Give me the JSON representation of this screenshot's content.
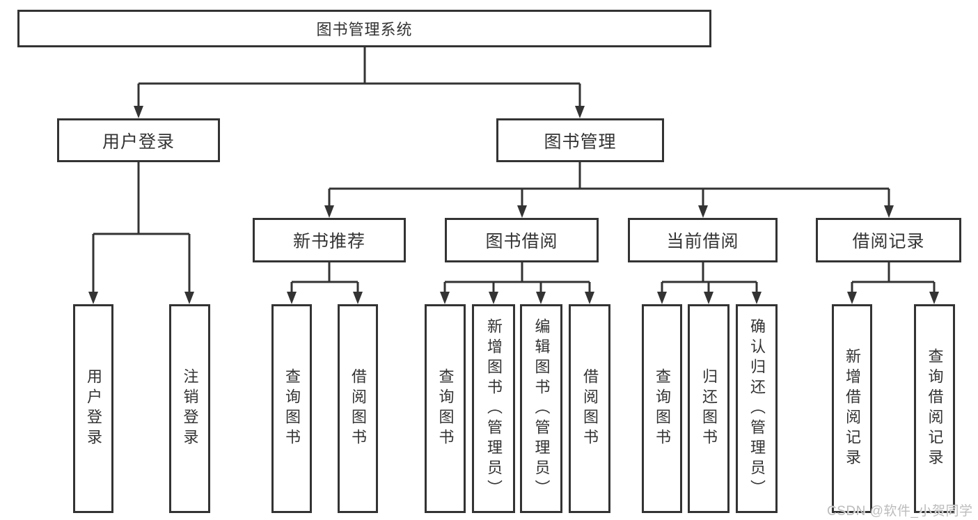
{
  "diagram_type": "hierarchy-tree",
  "colors": {
    "line": "#333333",
    "box_border": "#333333",
    "text": "#333333",
    "background": "#ffffff",
    "watermark_text": "#bcbcbc"
  },
  "tree": {
    "label": "图书管理系统",
    "children": [
      {
        "label": "用户登录",
        "children": [
          {
            "label": "用户登录"
          },
          {
            "label": "注销登录"
          }
        ]
      },
      {
        "label": "图书管理",
        "children": [
          {
            "label": "新书推荐",
            "children": [
              {
                "label": "查询图书"
              },
              {
                "label": "借阅图书"
              }
            ]
          },
          {
            "label": "图书借阅",
            "children": [
              {
                "label": "查询图书"
              },
              {
                "label": "新增图书（管理员）"
              },
              {
                "label": "编辑图书（管理员）"
              },
              {
                "label": "借阅图书"
              }
            ]
          },
          {
            "label": "当前借阅",
            "children": [
              {
                "label": "查询图书"
              },
              {
                "label": "归还图书"
              },
              {
                "label": "确认归还（管理员）"
              }
            ]
          },
          {
            "label": "借阅记录",
            "children": [
              {
                "label": "新增借阅记录"
              },
              {
                "label": "查询借阅记录"
              }
            ]
          }
        ]
      }
    ]
  },
  "watermark": "CSDN @软件_小贺同学"
}
